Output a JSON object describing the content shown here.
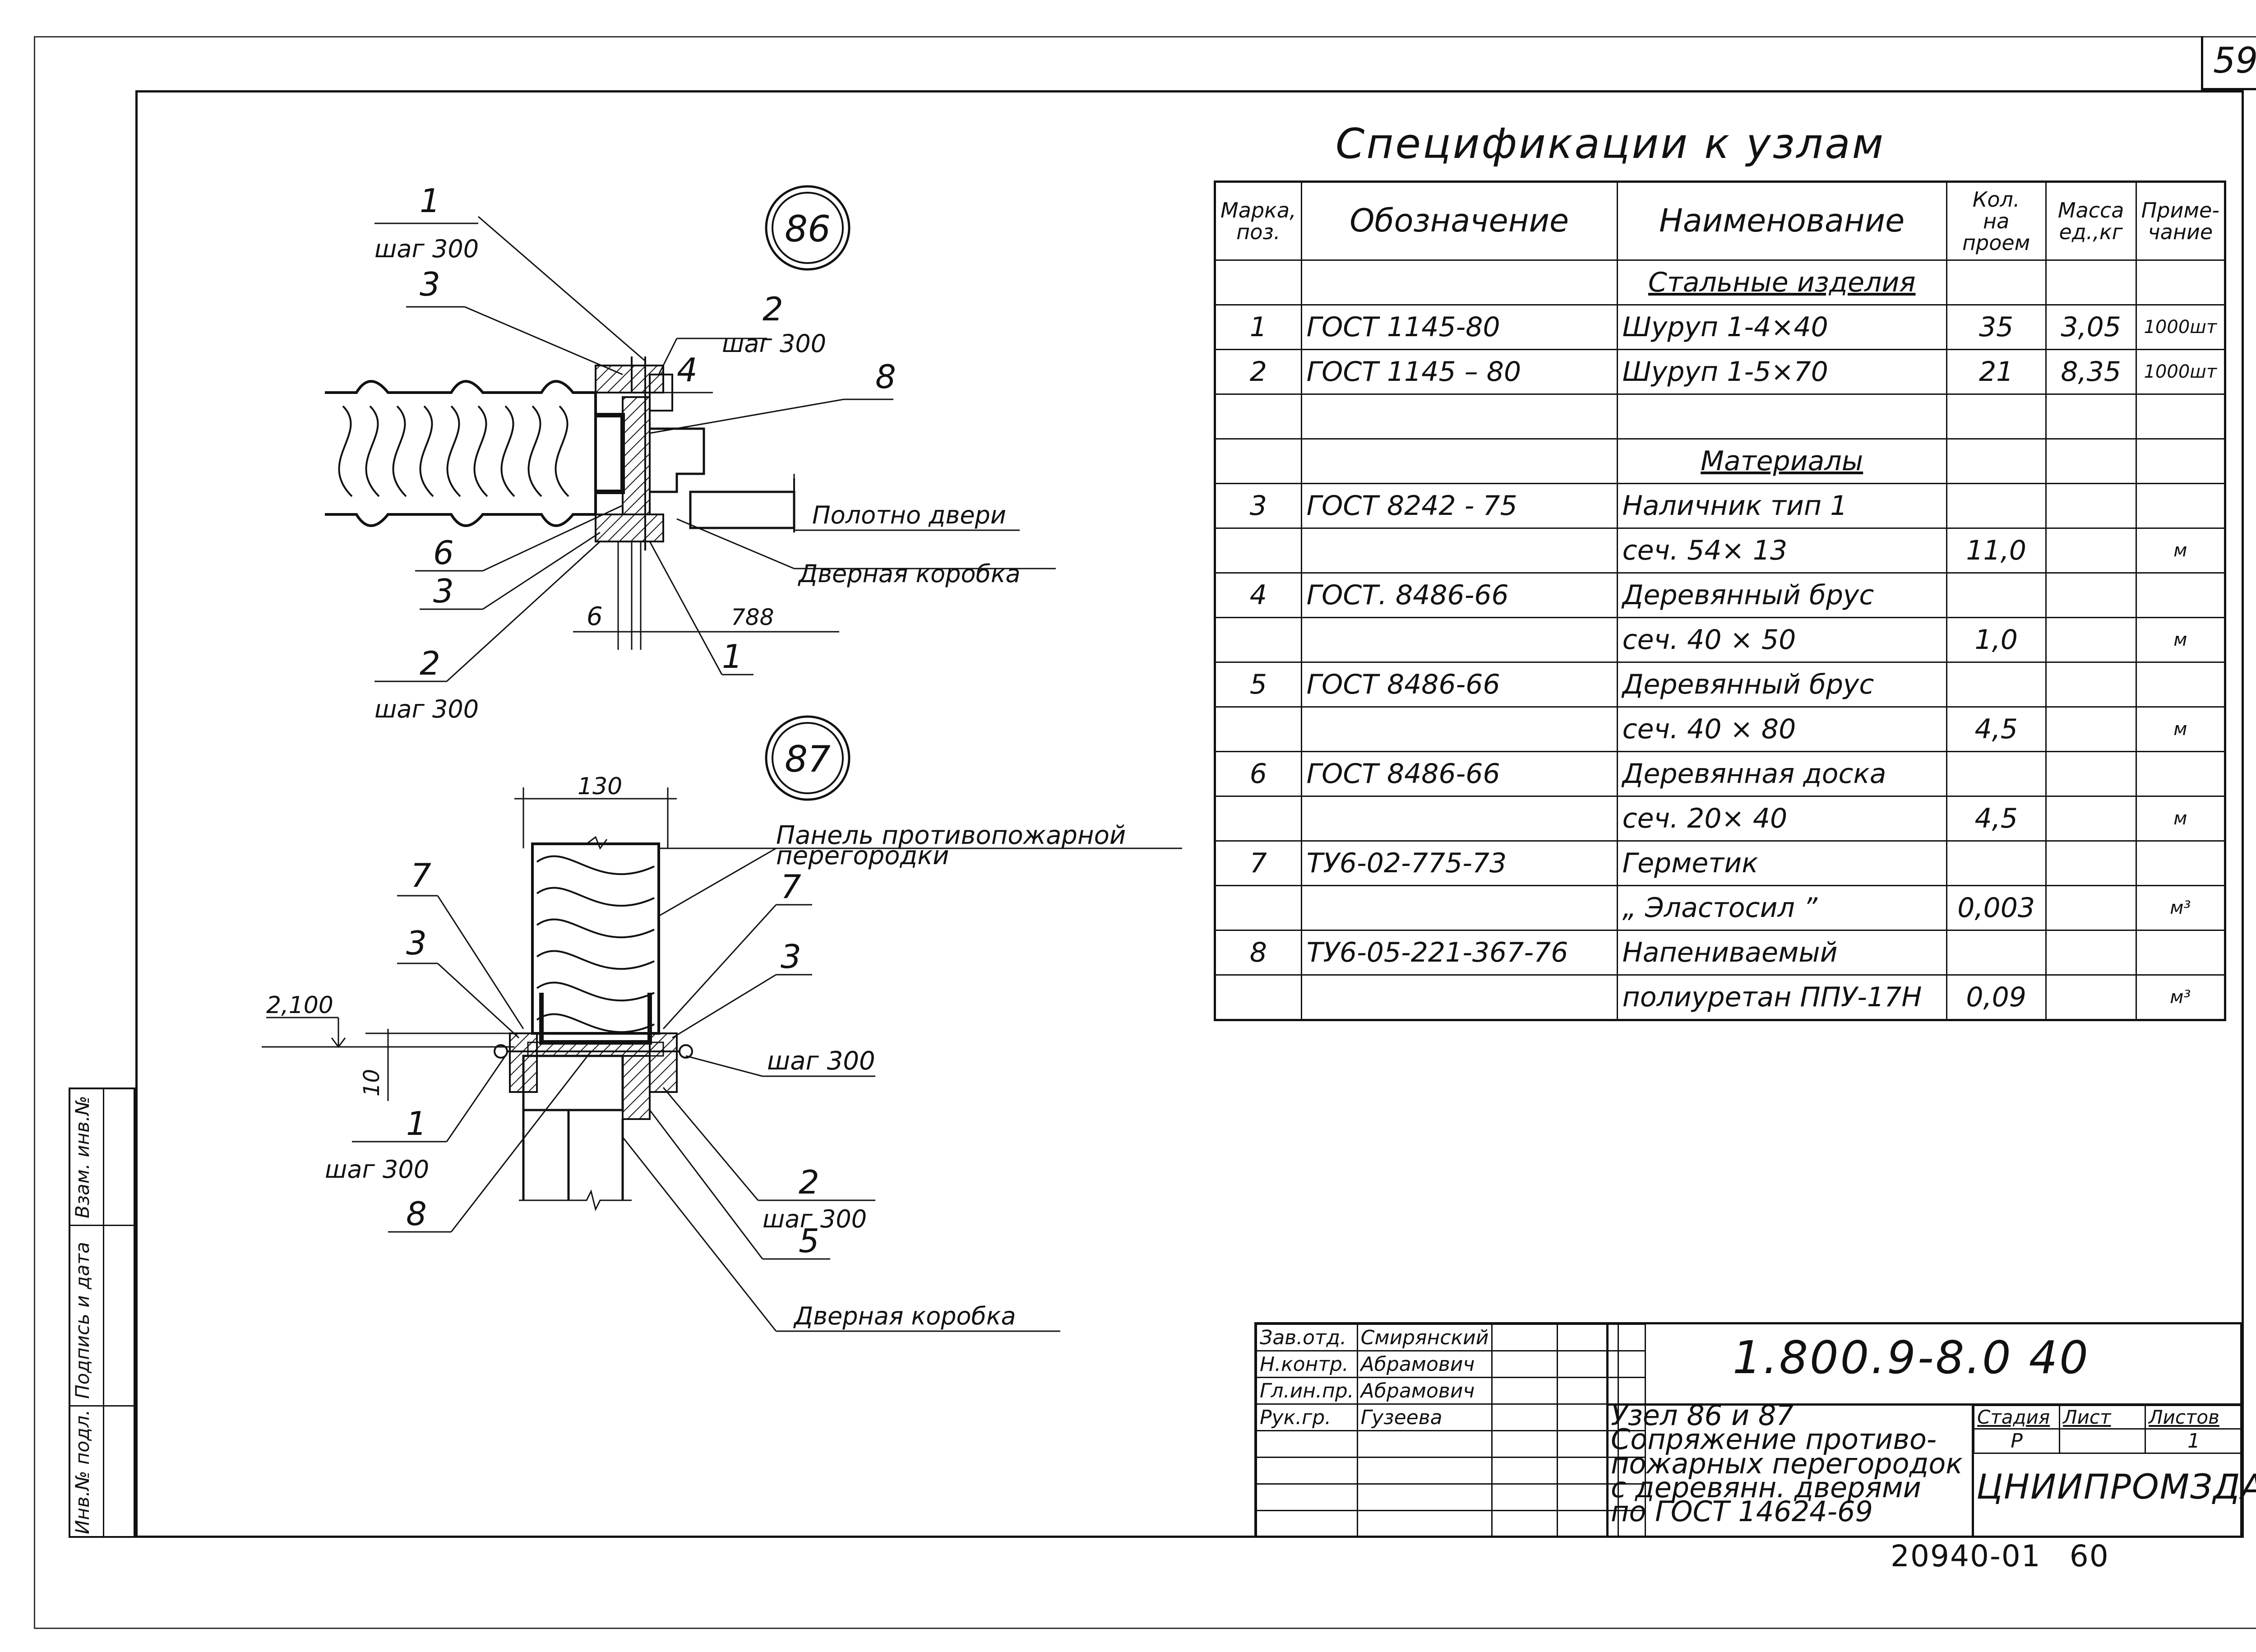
{
  "page_number": "59",
  "spec": {
    "title": "Спецификации к узлам",
    "headers": {
      "mark_line1": "Марка,",
      "mark_line2": "поз.",
      "designation": "Обозначение",
      "name": "Наименование",
      "qty_line1": "Кол.",
      "qty_line2": "на",
      "qty_line3": "проем",
      "mass_line1": "Масса",
      "mass_line2": "ед.,кг",
      "note_line1": "Приме-",
      "note_line2": "чание"
    },
    "rows": [
      {
        "mark": "",
        "designation": "",
        "name": "Стальные изделия",
        "qty": "",
        "mass": "",
        "note": "",
        "section": true
      },
      {
        "mark": "1",
        "designation": "ГОСТ 1145-80",
        "name": "Шуруп 1-4×40",
        "qty": "35",
        "mass": "3,05",
        "note": "1000шт",
        "section": false
      },
      {
        "mark": "2",
        "designation": "ГОСТ 1145 – 80",
        "name": "Шуруп 1-5×70",
        "qty": "21",
        "mass": "8,35",
        "note": "1000шт",
        "section": false
      },
      {
        "mark": "",
        "designation": "",
        "name": "",
        "qty": "",
        "mass": "",
        "note": "",
        "section": false
      },
      {
        "mark": "",
        "designation": "",
        "name": "Материалы",
        "qty": "",
        "mass": "",
        "note": "",
        "section": true
      },
      {
        "mark": "3",
        "designation": "ГОСТ 8242 - 75",
        "name": "Наличник тип 1",
        "qty": "",
        "mass": "",
        "note": "",
        "section": false
      },
      {
        "mark": "",
        "designation": "",
        "name": "сеч. 54× 13",
        "qty": "11,0",
        "mass": "",
        "note": "м",
        "section": false
      },
      {
        "mark": "4",
        "designation": "ГОСТ. 8486-66",
        "name": "Деревянный брус",
        "qty": "",
        "mass": "",
        "note": "",
        "section": false
      },
      {
        "mark": "",
        "designation": "",
        "name": "сеч. 40 × 50",
        "qty": "1,0",
        "mass": "",
        "note": "м",
        "section": false
      },
      {
        "mark": "5",
        "designation": "ГОСТ 8486-66",
        "name": "Деревянный брус",
        "qty": "",
        "mass": "",
        "note": "",
        "section": false
      },
      {
        "mark": "",
        "designation": "",
        "name": "сеч. 40 × 80",
        "qty": "4,5",
        "mass": "",
        "note": "м",
        "section": false
      },
      {
        "mark": "6",
        "designation": "ГОСТ 8486-66",
        "name": "Деревянная доска",
        "qty": "",
        "mass": "",
        "note": "",
        "section": false
      },
      {
        "mark": "",
        "designation": "",
        "name": "сеч. 20× 40",
        "qty": "4,5",
        "mass": "",
        "note": "м",
        "section": false
      },
      {
        "mark": "7",
        "designation": "ТУ6-02-775-73",
        "name": "Герметик",
        "qty": "",
        "mass": "",
        "note": "",
        "section": false
      },
      {
        "mark": "",
        "designation": "",
        "name": "„ Эластосил ”",
        "qty": "0,003",
        "mass": "",
        "note": "м³",
        "section": false
      },
      {
        "mark": "8",
        "designation": "ТУ6-05-221-367-76",
        "name": "Напениваемый",
        "qty": "",
        "mass": "",
        "note": "",
        "section": false
      },
      {
        "mark": "",
        "designation": "",
        "name": "полиуретан ППУ-17Н",
        "qty": "0,09",
        "mass": "",
        "note": "м³",
        "section": false
      }
    ]
  },
  "drawing86": {
    "node": "86",
    "labels": {
      "l1": "1",
      "l1s": "шаг 300",
      "l3a": "3",
      "l2a": "2",
      "l2as": "шаг 300",
      "l4": "4",
      "l8": "8",
      "door_leaf": "Полотно двери",
      "l6": "6",
      "door_frame": "Дверная коробка",
      "l3b": "3",
      "dim6": "6",
      "dim788": "788",
      "l2b": "2",
      "l2bs": "шаг 300",
      "l1b": "1"
    }
  },
  "drawing87": {
    "node": "87",
    "labels": {
      "dim130": "130",
      "panel_line1": "Панель противопожарной",
      "panel_line2": "перегородки",
      "l7a": "7",
      "l7b": "7",
      "l3a": "3",
      "l3b": "3",
      "elev": "2,100",
      "dim10": "10",
      "step300": "шаг 300",
      "l1": "1",
      "l1s": "шаг 300",
      "l8": "8",
      "l2": "2",
      "l2s": "шаг 300",
      "l5": "5",
      "door_frame": "Дверная коробка"
    }
  },
  "title_block": {
    "roles": [
      "Зав.отд.",
      "Н.контр.",
      "Гл.ин.пр.",
      "Рук.гр."
    ],
    "names": [
      "Смирянский",
      "Абрамович",
      "Абрамович",
      "Гузеева"
    ],
    "code": "1.800.9-8.0 40",
    "description_lines": [
      "Узел 86 и 87",
      "Сопряжение противо-",
      "пожарных перегородок",
      "с деревянн. дверями",
      "по ГОСТ 14624-69"
    ],
    "stage_label": "Стадия",
    "sheet_label": "Лист",
    "sheets_label": "Листов",
    "stage": "Р",
    "sheets": "1",
    "organization": "ЦНИИПРОМЗДАНИЙ",
    "archive_number": "20940-01",
    "archive_page": "60"
  },
  "side_labels": [
    "Инв.№ подл.",
    "Подпись и дата",
    "Взам. инв.№"
  ]
}
